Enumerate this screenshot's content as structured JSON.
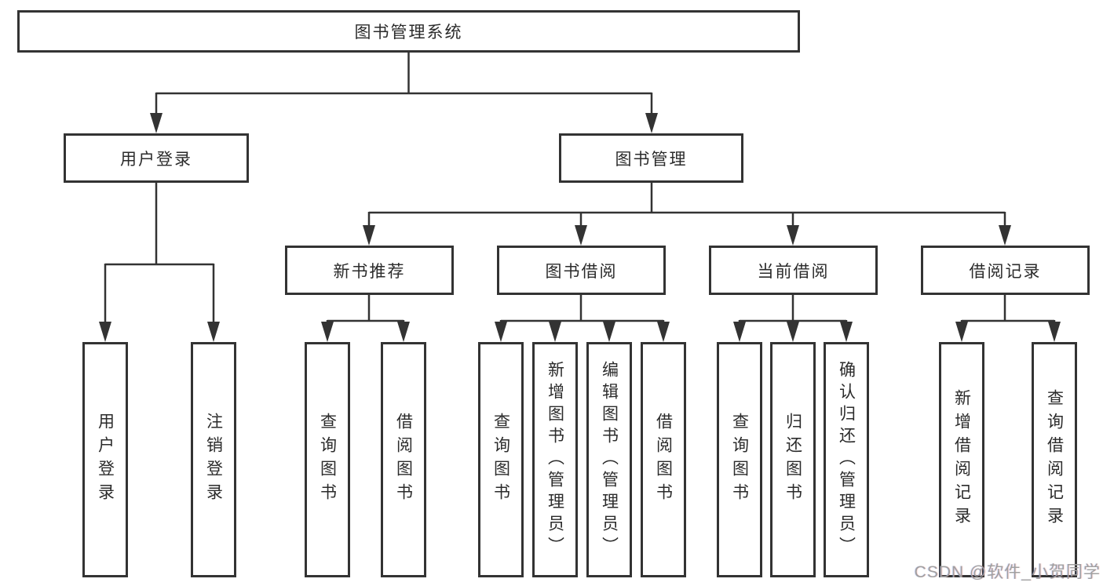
{
  "colors": {
    "line": "#333333",
    "text": "#2b2b2b",
    "watermark": "#a0a0a0",
    "background": "#ffffff"
  },
  "watermark": "CSDN @软件_小贺同学",
  "tree": {
    "root": {
      "label": "图书管理系统"
    },
    "branches": [
      {
        "label": "用户登录",
        "leaves": [
          {
            "label": "用户登录"
          },
          {
            "label": "注销登录"
          }
        ]
      },
      {
        "label": "图书管理",
        "groups": [
          {
            "label": "新书推荐",
            "leaves": [
              {
                "label": "查询图书"
              },
              {
                "label": "借阅图书"
              }
            ]
          },
          {
            "label": "图书借阅",
            "leaves": [
              {
                "label": "查询图书"
              },
              {
                "label": "新增图书（管理员）"
              },
              {
                "label": "编辑图书（管理员）"
              },
              {
                "label": "借阅图书"
              }
            ]
          },
          {
            "label": "当前借阅",
            "leaves": [
              {
                "label": "查询图书"
              },
              {
                "label": "归还图书"
              },
              {
                "label": "确认归还（管理员）"
              }
            ]
          },
          {
            "label": "借阅记录",
            "leaves": [
              {
                "label": "新增借阅记录"
              },
              {
                "label": "查询借阅记录"
              }
            ]
          }
        ]
      }
    ]
  }
}
